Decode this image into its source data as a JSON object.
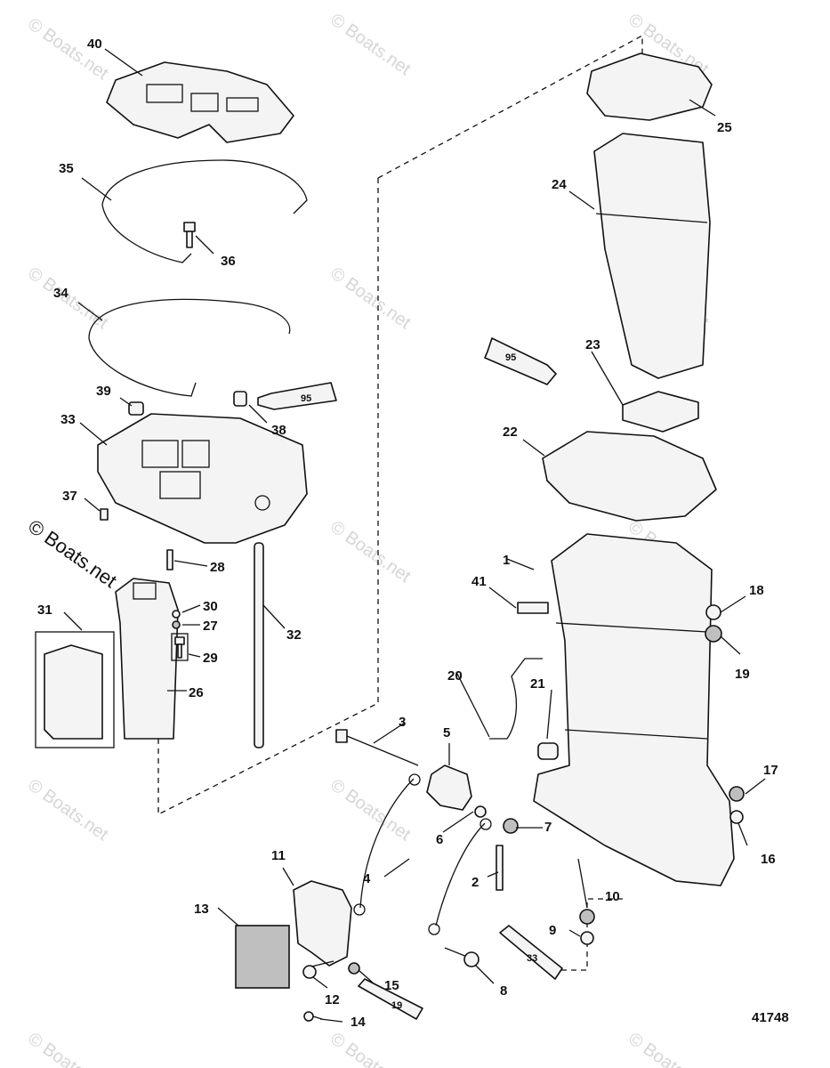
{
  "diagram": {
    "figure_number": "41748",
    "copyright_text": "© Boats.net",
    "watermark_text": "© Boats.net",
    "labels": {
      "p1": "1",
      "p2": "2",
      "p3": "3",
      "p4": "4",
      "p5": "5",
      "p6": "6",
      "p7": "7",
      "p8": "8",
      "p9": "9",
      "p10": "10",
      "p11": "11",
      "p12": "12",
      "p13": "13",
      "p14": "14",
      "p15": "15",
      "p16": "16",
      "p17": "17",
      "p18": "18",
      "p19": "19",
      "p20": "20",
      "p21": "21",
      "p22": "22",
      "p23": "23",
      "p24": "24",
      "p25": "25",
      "p26": "26",
      "p27": "27",
      "p28": "28",
      "p29": "29",
      "p30": "30",
      "p31": "31",
      "p32": "32",
      "p33": "33",
      "p34": "34",
      "p35": "35",
      "p36": "36",
      "p37": "37",
      "p38": "38",
      "p39": "39",
      "p40": "40",
      "p41": "41"
    },
    "tubes": {
      "t95a": "95",
      "t95b": "95",
      "t33": "33",
      "t19": "19"
    }
  }
}
